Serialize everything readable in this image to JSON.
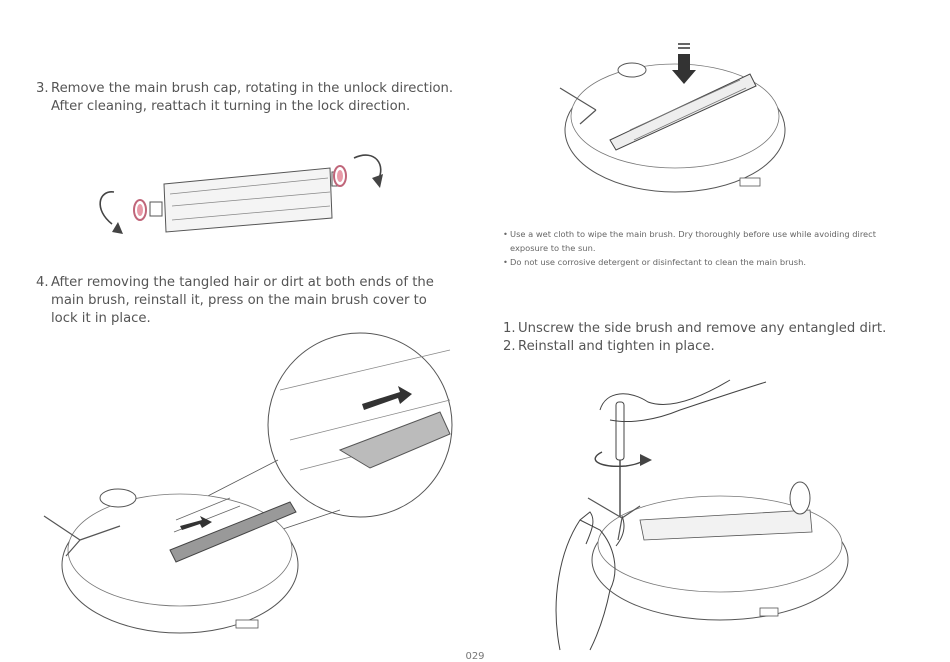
{
  "steps": {
    "step3": {
      "number": "3.",
      "text": "Remove the main brush cap, rotating in the unlock direction. After cleaning, reattach it turning in the lock direction."
    },
    "step4": {
      "number": "4.",
      "text": "After removing the tangled hair or dirt at both ends of the main brush, reinstall it, press on the main brush cover to lock it in place."
    }
  },
  "notes": [
    {
      "bullet": "•",
      "text": "Use a wet cloth to wipe the main brush. Dry thoroughly before use while avoiding direct exposure to the sun."
    },
    {
      "bullet": "•",
      "text": "Do not use corrosive detergent or disinfectant to clean the main brush."
    }
  ],
  "side_brush_steps": [
    {
      "number": "1.",
      "text": "Unscrew the side brush and remove any entangled dirt."
    },
    {
      "number": "2.",
      "text": "Reinstall and tighten in place."
    }
  ],
  "page_number": "029",
  "colors": {
    "line": "#444444",
    "accent": "#e07a8a",
    "dark": "#555555",
    "light_fill": "#f4f4f4"
  }
}
